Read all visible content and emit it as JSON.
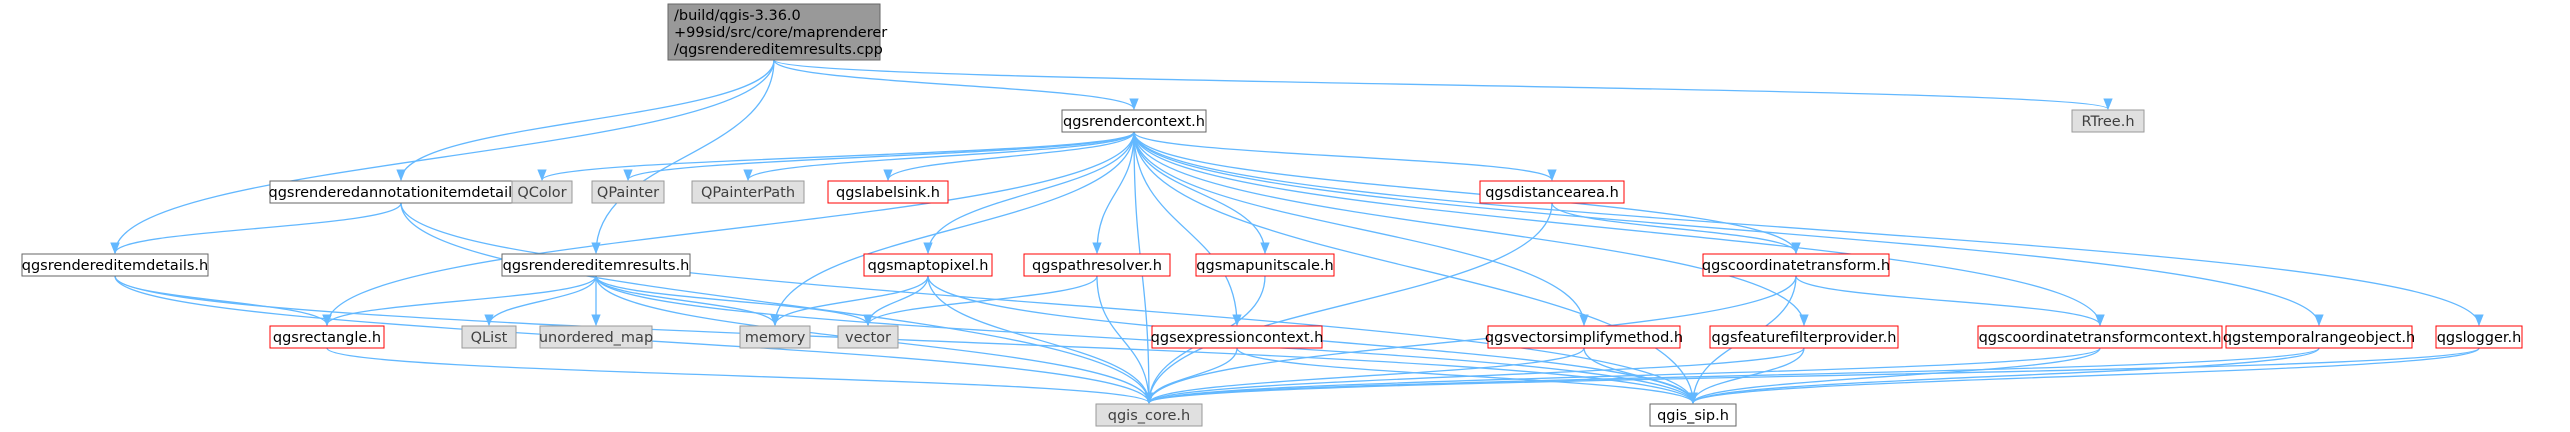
{
  "graph": {
    "title_lines": [
      "/build/qgis-3.36.0",
      "+99sid/src/core/maprenderer",
      "/qgsrendereditemresults.cpp"
    ],
    "nodes": [
      {
        "id": "root",
        "label": "/build/qgis-3.36.0\n+99sid/src/core/maprenderer\n/qgsrendereditemresults.cpp",
        "kind": "root"
      },
      {
        "id": "rendercontext",
        "label": "qgsrendercontext.h",
        "kind": "normal"
      },
      {
        "id": "rtree",
        "label": "RTree.h",
        "kind": "ext"
      },
      {
        "id": "annot",
        "label": "qgsrenderedannotationitemdetails.h",
        "kind": "normal"
      },
      {
        "id": "itemdetails",
        "label": "qgsrendereditemdetails.h",
        "kind": "normal"
      },
      {
        "id": "itemresults",
        "label": "qgsrendereditemresults.h",
        "kind": "normal"
      },
      {
        "id": "qcolor",
        "label": "QColor",
        "kind": "ext"
      },
      {
        "id": "qpainter",
        "label": "QPainter",
        "kind": "ext"
      },
      {
        "id": "qpainterpath",
        "label": "QPainterPath",
        "kind": "ext"
      },
      {
        "id": "labelsink",
        "label": "qgslabelsink.h",
        "kind": "red"
      },
      {
        "id": "distancearea",
        "label": "qgsdistancearea.h",
        "kind": "red"
      },
      {
        "id": "maptopixel",
        "label": "qgsmaptopixel.h",
        "kind": "red"
      },
      {
        "id": "pathresolver",
        "label": "qgspathresolver.h",
        "kind": "red"
      },
      {
        "id": "mapunitscale",
        "label": "qgsmapunitscale.h",
        "kind": "red"
      },
      {
        "id": "coordtransform",
        "label": "qgscoordinatetransform.h",
        "kind": "red"
      },
      {
        "id": "rectangle",
        "label": "qgsrectangle.h",
        "kind": "red"
      },
      {
        "id": "qlist",
        "label": "QList",
        "kind": "ext"
      },
      {
        "id": "unordered_map",
        "label": "unordered_map",
        "kind": "ext"
      },
      {
        "id": "memory",
        "label": "memory",
        "kind": "ext"
      },
      {
        "id": "vector",
        "label": "vector",
        "kind": "ext"
      },
      {
        "id": "exprcontext",
        "label": "qgsexpressioncontext.h",
        "kind": "red"
      },
      {
        "id": "vectorsimplify",
        "label": "qgsvectorsimplifymethod.h",
        "kind": "red"
      },
      {
        "id": "featurefilter",
        "label": "qgsfeaturefilterprovider.h",
        "kind": "red"
      },
      {
        "id": "coordtransformcontext",
        "label": "qgscoordinatetransformcontext.h",
        "kind": "red"
      },
      {
        "id": "temporalrange",
        "label": "qgstemporalrangeobject.h",
        "kind": "red"
      },
      {
        "id": "logger",
        "label": "qgslogger.h",
        "kind": "red"
      },
      {
        "id": "qgis_core",
        "label": "qgis_core.h",
        "kind": "ext"
      },
      {
        "id": "qgis_sip",
        "label": "qgis_sip.h",
        "kind": "normal"
      }
    ],
    "edges": [
      [
        "root",
        "rendercontext"
      ],
      [
        "root",
        "rtree"
      ],
      [
        "root",
        "annot"
      ],
      [
        "root",
        "itemdetails"
      ],
      [
        "root",
        "itemresults"
      ],
      [
        "annot",
        "itemdetails"
      ],
      [
        "annot",
        "qgis_core"
      ],
      [
        "annot",
        "qgis_sip"
      ],
      [
        "itemdetails",
        "rectangle"
      ],
      [
        "itemdetails",
        "qgis_core"
      ],
      [
        "itemdetails",
        "qgis_sip"
      ],
      [
        "rendercontext",
        "qcolor"
      ],
      [
        "rendercontext",
        "qpainter"
      ],
      [
        "rendercontext",
        "qpainterpath"
      ],
      [
        "rendercontext",
        "labelsink"
      ],
      [
        "rendercontext",
        "distancearea"
      ],
      [
        "rendercontext",
        "maptopixel"
      ],
      [
        "rendercontext",
        "pathresolver"
      ],
      [
        "rendercontext",
        "mapunitscale"
      ],
      [
        "rendercontext",
        "coordtransform"
      ],
      [
        "rendercontext",
        "rectangle"
      ],
      [
        "rendercontext",
        "memory"
      ],
      [
        "rendercontext",
        "exprcontext"
      ],
      [
        "rendercontext",
        "vectorsimplify"
      ],
      [
        "rendercontext",
        "featurefilter"
      ],
      [
        "rendercontext",
        "coordtransformcontext"
      ],
      [
        "rendercontext",
        "temporalrange"
      ],
      [
        "rendercontext",
        "logger"
      ],
      [
        "rendercontext",
        "qgis_core"
      ],
      [
        "rendercontext",
        "qgis_sip"
      ],
      [
        "itemresults",
        "rectangle"
      ],
      [
        "itemresults",
        "qlist"
      ],
      [
        "itemresults",
        "unordered_map"
      ],
      [
        "itemresults",
        "memory"
      ],
      [
        "itemresults",
        "vector"
      ],
      [
        "itemresults",
        "qgis_core"
      ],
      [
        "itemresults",
        "qgis_sip"
      ],
      [
        "distancearea",
        "coordtransform"
      ],
      [
        "distancearea",
        "qgis_core"
      ],
      [
        "maptopixel",
        "memory"
      ],
      [
        "maptopixel",
        "vector"
      ],
      [
        "maptopixel",
        "qgis_core"
      ],
      [
        "maptopixel",
        "qgis_sip"
      ],
      [
        "pathresolver",
        "vector"
      ],
      [
        "pathresolver",
        "qgis_core"
      ],
      [
        "mapunitscale",
        "qgis_core"
      ],
      [
        "coordtransform",
        "coordtransformcontext"
      ],
      [
        "coordtransform",
        "qgis_core"
      ],
      [
        "coordtransform",
        "qgis_sip"
      ],
      [
        "rectangle",
        "qgis_core"
      ],
      [
        "exprcontext",
        "qgis_core"
      ],
      [
        "exprcontext",
        "qgis_sip"
      ],
      [
        "vectorsimplify",
        "qgis_core"
      ],
      [
        "vectorsimplify",
        "qgis_sip"
      ],
      [
        "featurefilter",
        "qgis_core"
      ],
      [
        "featurefilter",
        "qgis_sip"
      ],
      [
        "coordtransformcontext",
        "qgis_core"
      ],
      [
        "coordtransformcontext",
        "qgis_sip"
      ],
      [
        "temporalrange",
        "qgis_core"
      ],
      [
        "temporalrange",
        "qgis_sip"
      ],
      [
        "logger",
        "qgis_core"
      ],
      [
        "logger",
        "qgis_sip"
      ]
    ],
    "colors": {
      "edge": "#63b8ff",
      "root_fill": "#999999",
      "ext_fill": "#e0e0e0",
      "red_border": "#ff0000",
      "normal_border": "#666666"
    }
  }
}
